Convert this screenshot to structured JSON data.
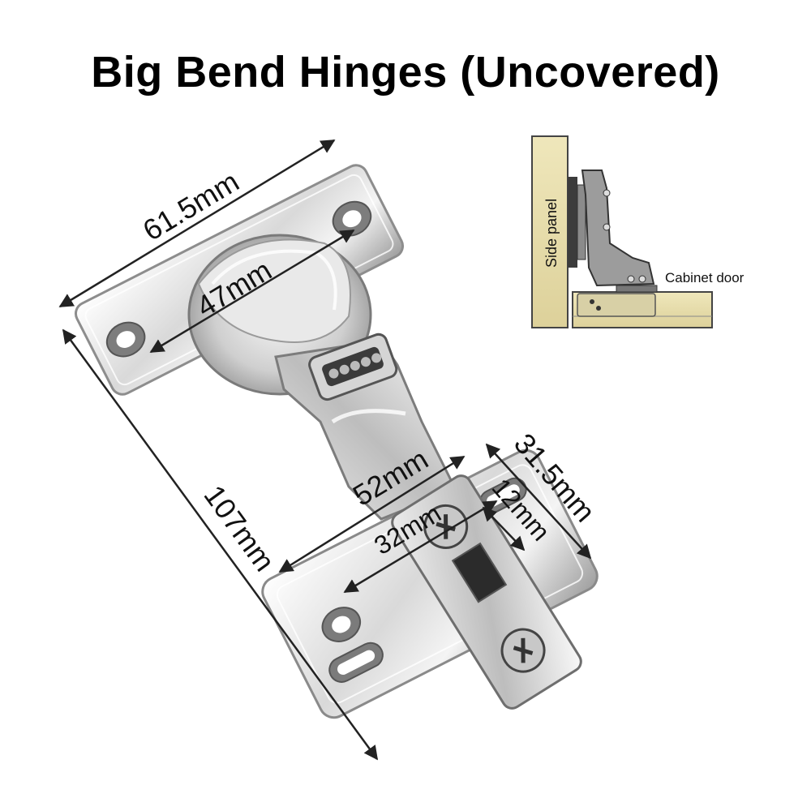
{
  "title": "Big Bend Hinges (Uncovered)",
  "dimensions": {
    "length_top": "61.5mm",
    "cup_hole": "47mm",
    "overall_length": "107mm",
    "plate_width": "52mm",
    "plate_hole_spacing": "32mm",
    "plate_depth": "31.5mm",
    "plate_slot": "12mm"
  },
  "diagram": {
    "side_panel_label": "Side panel",
    "cabinet_door_label": "Cabinet door"
  },
  "colors": {
    "wood": "#e8dfae",
    "metal_light": "#f2f2f2",
    "metal_mid": "#c9c9c9",
    "metal_dark": "#6b6b6b"
  }
}
